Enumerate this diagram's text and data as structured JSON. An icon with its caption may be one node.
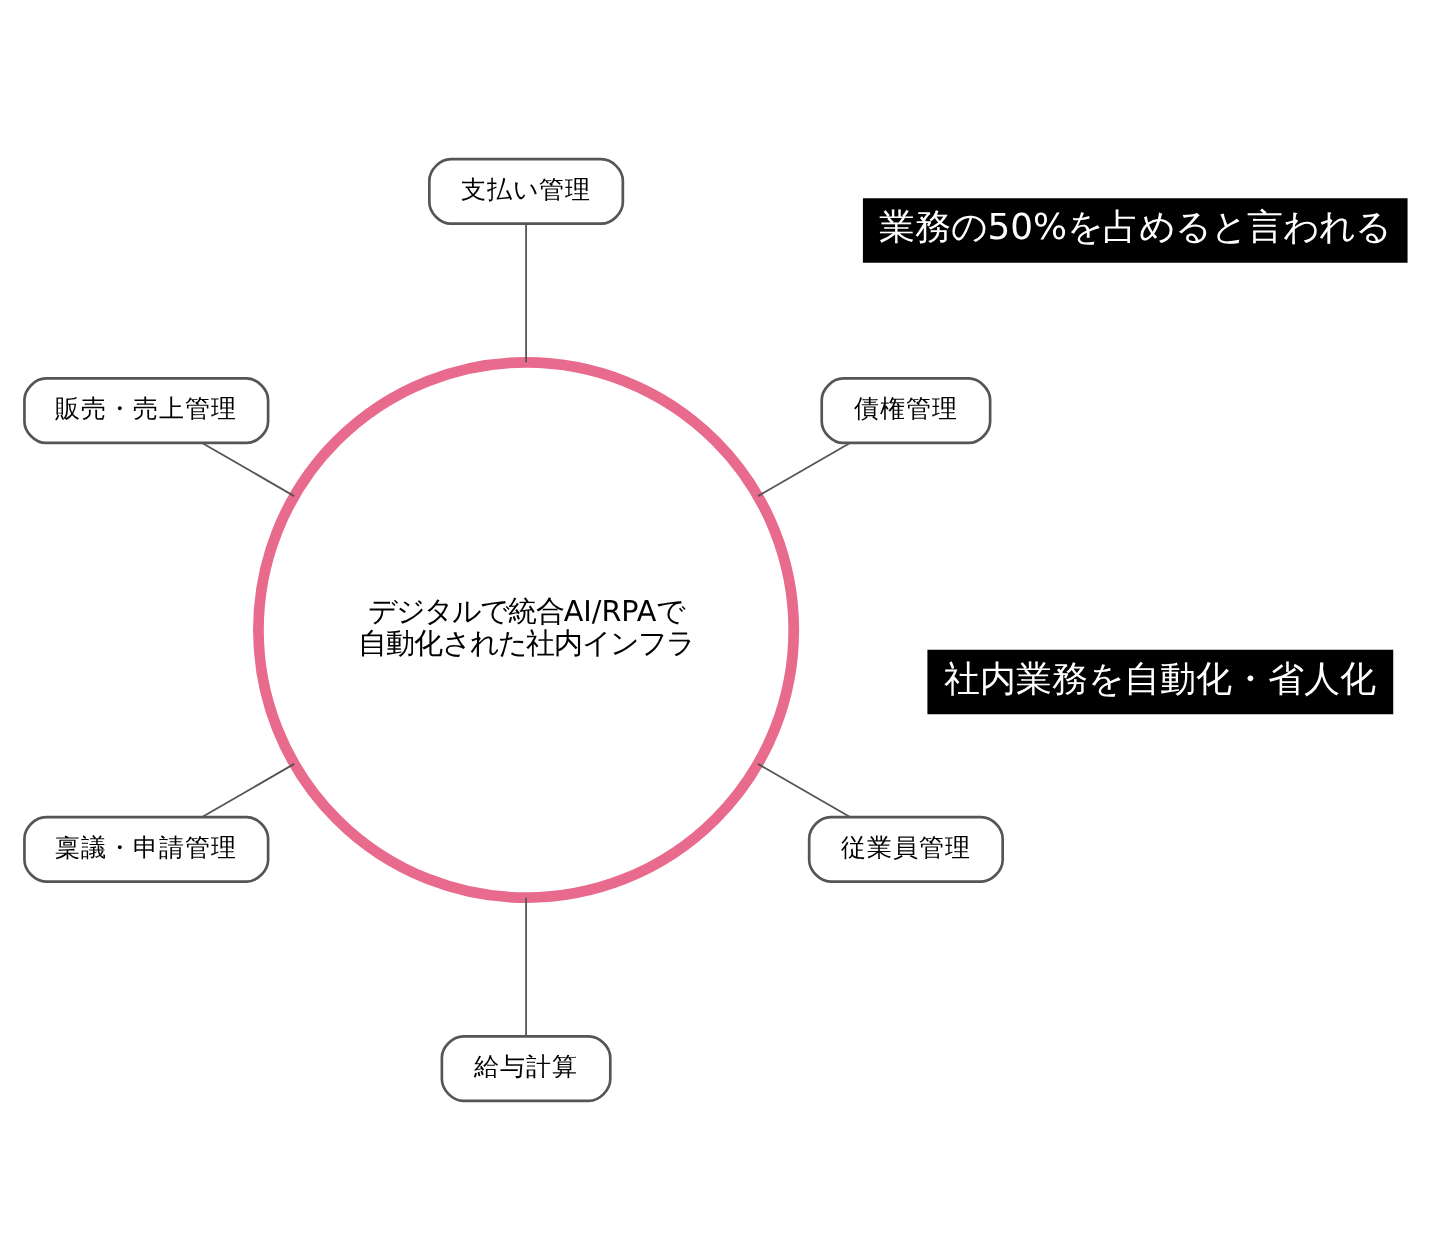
{
  "diagram": {
    "nodes": [
      {
        "text": [
          "デジタルで統合AI/RPAで自動化された社内インフラ"
        ]
      },
      {
        "text": [
          "債権管理"
        ]
      },
      {
        "text": [
          "支払い管理"
        ]
      },
      {
        "text": [
          "販売・売上管理"
        ]
      },
      {
        "text": [
          "稟議・申請管理"
        ]
      },
      {
        "text": [
          "給与計算"
        ]
      },
      {
        "text": [
          "従業員管理"
        ]
      }
    ],
    "edges": [
      {
        "from": 0,
        "to": 1,
        "arrow": "none"
      },
      {
        "from": 0,
        "to": 2,
        "arrow": "none"
      },
      {
        "from": 0,
        "to": 3,
        "arrow": "none"
      },
      {
        "from": 0,
        "to": 4,
        "arrow": "none"
      },
      {
        "from": 0,
        "to": 5,
        "arrow": "none"
      },
      {
        "from": 0,
        "to": 6,
        "arrow": "none"
      }
    ],
    "labels": [
      "業務の50%を占めると言われる",
      "社内業務を自動化・省人化"
    ]
  }
}
